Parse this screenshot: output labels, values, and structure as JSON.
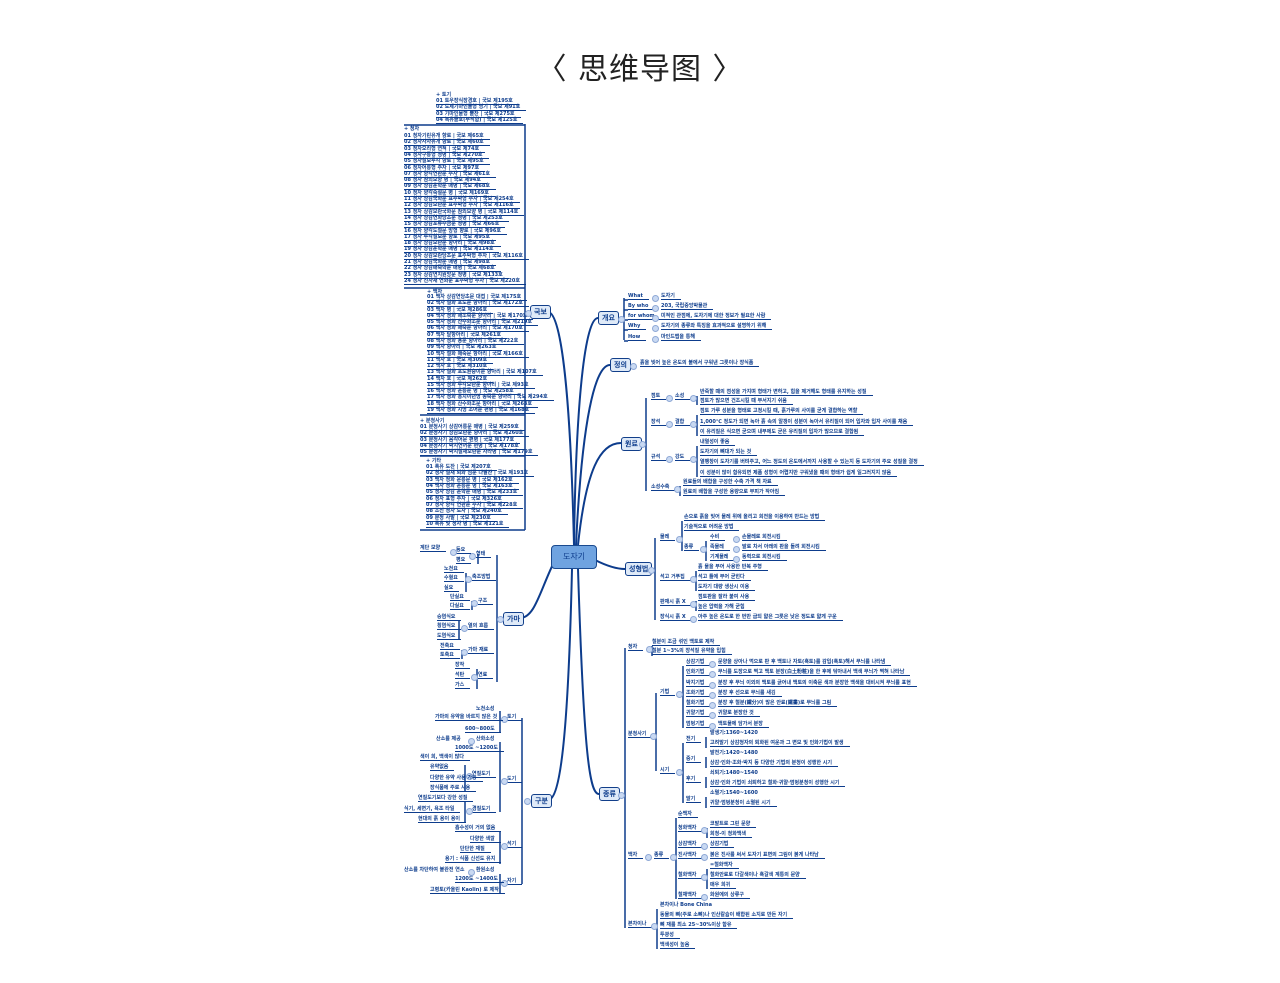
{
  "title": "〈 思维导图 〉",
  "center": "도자기",
  "gukbo": {
    "label": "국보",
    "groups": [
      {
        "header": "+ 토기",
        "items": [
          "01 토우장식장경호 | 국보 제195호",
          "02 도제기마인물형 명기 | 국보 제91호",
          "03 기마인물형 뿔잔 | 국보 제275호",
          "04 녹유골호(부석함) | 국보 제125호"
        ]
      },
      {
        "header": "+ 청자",
        "items": [
          "01 청자기린유개 향로 | 국보 제65호",
          "02 청자사자유개 향로 | 국보 제60호",
          "03 청자오리형 연적 | 국보 제74호",
          "04 청자구룡형 정병 | 국보 제270호",
          "05 청자칠보투각 향로 | 국보 제95호",
          "06 청자어룡형 주자 | 국보 제97호",
          "07 청자 양각연판문 주자 | 국보 제61호",
          "08 청자 참외모양 병 | 국보 제94호",
          "09 청자 상감운학문 매병 | 국보 제68호",
          "10 청자 양각죽절문 병 | 국보 제169호",
          "11 청자 상감국화문 표주박형 주자 | 국보 제254호",
          "12 청자 상감모란문 표주박형 주자 | 국보 제116호",
          "13 청자 상감모란국화문 참외모양 병 | 국보 제114호",
          "14 청자 상감연화당초문 정병 | 국보 제253호",
          "15 청자 상감포류수금문 정병 | 국보 제66호",
          "16 청자 양각도철문 방형 향로 | 국보 제96호",
          "17 청자 투각칠보문 향로 | 국보 제95호",
          "18 청자 상감모란문 항아리 | 국보 제98호",
          "19 청자 상감운학문 매병 | 국보 제114호",
          "20 청자 상감모란당초문 표주박형 주자 | 국보 제116호",
          "21 청자 상감국화문 매병 | 국보 제98호",
          "22 청자 상감매죽학문 매병 | 국보 제68호",
          "23 청자 상감연지원앙문 정병 | 국보 제133호",
          "24 청자 진사채 연화문 표주박형 주자 | 국보 제220호"
        ]
      },
      {
        "header": "+ 백자",
        "items": [
          "01 백자 상감연당초문 대접 | 국보 제175호",
          "02 백자 철화 포도문 항아리 | 국보 제172호",
          "03 백자 병 | 국보 제286호",
          "04 백자 청화 매조죽문 항아리 | 국보 제170호",
          "05 백자 청화 산수화조문 항아리 | 국보 제219호",
          "06 백자 청화 매죽문 항아리 | 국보 제170호",
          "07 백자 달항아리 | 국보 제261호",
          "08 백자 청화 용문 항아리 | 국보 제222호",
          "09 백자 항아리 | 국보 제263호",
          "10 백자 철화 매죽문 항아리 | 국보 제166호",
          "11 백자 호 | 국보 제309호",
          "12 백자 호 | 국보 제310호",
          "13 백자 철화 포도원숭이문 항아리 | 국보 제107호",
          "14 백자 호 | 국보 제262호",
          "15 백자 청화 투각모란문 항아리 | 국보 제93호",
          "16 백자 청화 운룡문 병 | 국보 제258호",
          "17 백자 청화 홍치이년명 송죽문 항아리 | 국보 제294호",
          "18 백자 청화 산수화조문 항아리 | 국보 제263호",
          "19 백자 청화 시명 조어문 편병 | 국보 제168호"
        ]
      },
      {
        "header": "+ 분청사기",
        "items": [
          "01 분청사기 상감어룡문 매병 | 국보 제259호",
          "02 분청사기 상감모란문 항아리 | 국보 제260호",
          "03 분청사기 음각어문 편병 | 국보 제177호",
          "04 분청사기 박지연어문 편병 | 국보 제178호",
          "05 분청사기 박지철채모란문 자라병 | 국보 제179호"
        ]
      },
      {
        "header": "+ 기타",
        "items": [
          "01 흑유 도잔 | 국보 제207호",
          "02 청자 철채 퇴화 점문 나팔잔 | 국보 제193호",
          "03 백자 청화 운룡문 병 | 국보 제162호",
          "04 백자 청화 운룡문 병 | 국보 제163호",
          "05 청자 상감 운학문 매병 | 국보 제233호",
          "06 청자 표형 주자 | 국보 제326호",
          "07 청자 양각 연판문 주자 | 국보 제228호",
          "08 조선 청자 도자 | 국보 제240호",
          "09 분청 사발 | 국보 제230호",
          "10 흑유 및 청자 병 | 국보 제121호"
        ]
      }
    ]
  },
  "gaeyo": {
    "label": "개요",
    "rows": [
      {
        "k": "What",
        "v": "도자기"
      },
      {
        "k": "By who",
        "v": "203, 국립중앙박물관"
      },
      {
        "k": "for whom",
        "v": "미적인 관점에, 도자기에 대한 정보가 필요한 사람"
      },
      {
        "k": "Why",
        "v": "도자기의 종류와 특징을 효과적으로 설명하기 위해"
      },
      {
        "k": "How",
        "v": "마인드맵을 통해"
      }
    ]
  },
  "jeongui": {
    "label": "정의",
    "text": "흙을 빚어 높은 온도의 불에서 구워낸 그릇이나 장식품"
  },
  "wonryo": {
    "label": "원료",
    "jeomto": {
      "name": "점토",
      "prop": "소성",
      "items": [
        "반죽할 때의 점성을 가지며 형태가 변하고, 힘을 제거해도 형태를 유지하는 성질",
        "점토가 많으면 건조시킬 때 부서지기 쉬움"
      ]
    },
    "jangseok": {
      "name": "장석",
      "prop": "결합",
      "items": [
        "점토 가루 성분을 형태로 고정시킬 때, 흙가루의 사이를 굳게 결합하는 역할",
        "1,000℃ 정도가 되면 녹아 흙 속의 알갱이 성분이 녹아서 유리질이 되어 입자와 입자 사이를 채움",
        "이 유리질은 식으면 굳으며 내부에도 굳은 유리질의 입자가 많으므로 결합됨"
      ]
    },
    "gyuseok": {
      "name": "규석",
      "prop": "강도",
      "items": [
        "내열성이 좋음",
        "도자기의 뼈대가 되는 것",
        "열팽창이 도자기를 버텨주고, 어느 정도의 온도에서까지 사용할 수 있는지 등 도자기의 주요 성질을 결정",
        "이 성분이 많이 함유되면 제품 성형이 어렵지만 구워냈을 때의 형태가 쉽게 일그러지지 않음"
      ]
    },
    "suchuk": {
      "name": "소성수축",
      "items": [
        "원료들의 배합을 구성한 수축 가격 책 자료",
        "원료의 배합을 구성한 용량으로 부피가 작아짐"
      ]
    }
  },
  "seonghyeong": {
    "label": "성형법",
    "mulle": {
      "name": "물레",
      "items": [
        "손으로 흙을 빚어 물레 위에 올리고 회전을 이용하여 만드는 방법",
        "기술적으로 어려운 방법"
      ],
      "kind": "종류",
      "types": [
        {
          "k": "수비",
          "v": "손물레로 회전시킴"
        },
        {
          "k": "족물레",
          "v": "발로 차서 아래의 판을 돌려 회전시킴"
        },
        {
          "k": "기계물레",
          "v": "동력으로 회전시킴"
        }
      ]
    },
    "seokgo": {
      "name": "석고 거푸집",
      "items": [
        "흙 물을 부어 사용한 반복 주형",
        "석고 틀에 부어 굳힌다",
        "도자기 대량 생산시 이용"
      ]
    },
    "pan": {
      "name": "판재시 흙 X",
      "items": [
        "점토판을 잘라 붙여 사용",
        "높은 압력을 가해 굳힘"
      ]
    },
    "jangsik": {
      "name": "장식시 흙 X",
      "items": [
        "아주 높은 온도로 한 번만 굽되 얇은 그릇은 낮은 정도로 얇게 구운"
      ]
    }
  },
  "gama": {
    "label": "가마",
    "form": {
      "name": "형태",
      "items": [
        "등요",
        "평요"
      ],
      "note": "계단 모양"
    },
    "build": {
      "name": "축조방법",
      "items": [
        "노천요",
        "수혈요",
        "실요"
      ]
    },
    "struct": {
      "name": "구조",
      "items": [
        "단실요",
        "다실요"
      ]
    },
    "flow": {
      "name": "열의 흐름",
      "items": [
        "승염식요",
        "횡염식요",
        "도염식요"
      ]
    },
    "mat": {
      "name": "가마 재료",
      "items": [
        "전축요",
        "토축요"
      ]
    },
    "fuel": {
      "name": "연료",
      "items": [
        "장작",
        "석탄",
        "가스"
      ]
    }
  },
  "gubun": {
    "label": "구분",
    "togi": {
      "name": "토기",
      "tag": "노천소성",
      "items": [
        "가마의 유약을 바르지 않은 것",
        "600~800도"
      ]
    },
    "dogi": {
      "name": "도기",
      "tag": "산화소성",
      "tagnote": "산소를 제공",
      "temp": "1000도 ~1200도",
      "soft": {
        "name": "연질도기",
        "items": [
          "색이 희, 백색이 많다",
          "유약없음",
          "다양한 유약 사용 가능",
          "장식품에 주로 사용"
        ]
      },
      "hard": {
        "name": "경질도기",
        "items": [
          "연질도기보다 강한 성질",
          "식기, 세면기, 욕조 타일",
          "현대의 흙 용이 용이"
        ]
      }
    },
    "seokgi": {
      "name": "석기",
      "items": [
        "흡수성이 거의 없음",
        "다양한 색깔",
        "단단한 재질",
        "용기 : 식품 신선도 유지"
      ]
    },
    "jagi": {
      "name": "자기",
      "tag": "환원소성",
      "tagnote": "산소를 차단하여 불완전 연소",
      "items": [
        "1200도 ~1400도",
        "고령토(카올린 Kaolin) 로 제작"
      ]
    }
  },
  "jongryu": {
    "label": "종류",
    "cheongja": {
      "name": "청자",
      "items": [
        "철분이 조금 섞인 백토로 제작",
        "철분 1~3%의 장석질 유약을 입힘"
      ]
    },
    "buncheong": {
      "name": "분청사기",
      "tech": {
        "name": "기법",
        "rows": [
          {
            "k": "상감기법",
            "v": "문양을 상아나 먹으로 판 후 백토나 자토(흑토)를 감입(흑토)해서 무늬를 나타냄"
          },
          {
            "k": "인화기법",
            "v": "무늬를 도장으로 찍고 백토 분장(白土粉粧)을 한 후에 닦아내서 백색 무늬가 찍혀 나타남"
          },
          {
            "k": "박지기법",
            "v": "분장 후 무늬 이외의 백토를 긁어내 백토의 이축문 색과 분장한 백색을 대비시켜 무늬를 표현"
          },
          {
            "k": "조화기법",
            "v": "분장 후 선으로 무늬를 새김"
          },
          {
            "k": "철화기법",
            "v": "분장 후 철분(鐵分)이 많은 안료(鐵畵)로 무늬를 그림"
          },
          {
            "k": "귀얄기법",
            "v": "귀얄로 분장한 것"
          },
          {
            "k": "덤벙기법",
            "v": "백토물에 담가서 분장"
          }
        ]
      },
      "period": {
        "name": "시기",
        "rows": [
          {
            "k": "전기",
            "t": "발생기:1360~1420",
            "v": "고려말기 상감청자의 퇴화된 여운과 그 변모 및 인화기법이 발생"
          },
          {
            "k": "중기",
            "t": "발전기:1420~1480",
            "v": "상감·인화·조화·박지 등 다양한 기법의 분청이 성행한 시기"
          },
          {
            "k": "후기",
            "t": "쇠퇴기:1480~1540",
            "v": "상감·인화 기법이 쇠퇴하고 철화·귀얄·덤벙분청이 성행한 시기"
          },
          {
            "k": "말기",
            "t": "소멸기:1540~1600",
            "v": "귀얄·덤벙분청이 소멸된 시기"
          }
        ]
      }
    },
    "baekja": {
      "name": "백자",
      "kind": "종류",
      "rows": [
        {
          "k": "순백자",
          "v": []
        },
        {
          "k": "청화백자",
          "v": [
            "코발트로 그린 문양",
            "회청-이 청화백색"
          ]
        },
        {
          "k": "상감백자",
          "v": [
            "상감기법"
          ]
        },
        {
          "k": "진사백자",
          "v": [
            "붉은 진사를 써서 도자기 표면의 그림이 붉게 나타남"
          ]
        },
        {
          "k": "철화백자",
          "v": [
            "=철화백자",
            "철화안료로 다갈색이나 흑갈색 계통의 문양",
            "매우 희귀"
          ]
        },
        {
          "k": "철채백자",
          "v": [
            "화원에의 상류구"
          ]
        }
      ]
    },
    "bone": {
      "name": "본차이나",
      "items": [
        "본차이나 Bone China",
        "동물의 뼈(주로 소뼈)나 인산칼슘이 배합된 소지로 만든 자기",
        "뼈 재를 최소 25~30%이상 함유",
        "투광성",
        "백색성이 높음"
      ]
    }
  },
  "colors": {
    "line": "#0d3c8c",
    "box_fill": "#dfeaf8",
    "center_fill": "#6fa3e0"
  }
}
